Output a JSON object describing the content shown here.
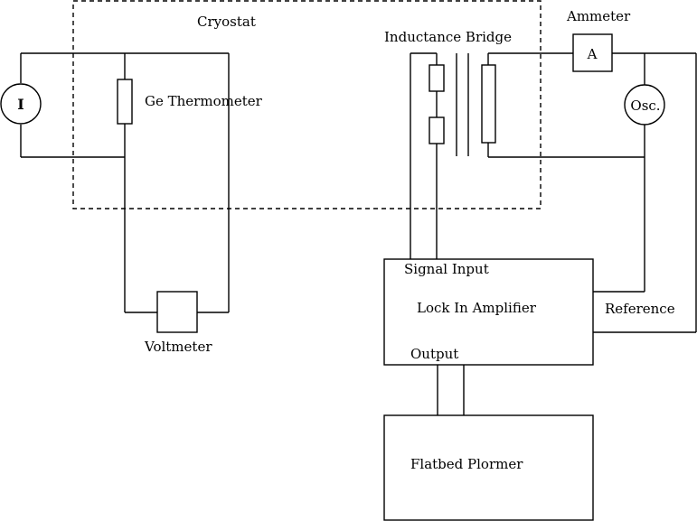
{
  "cryostat": {
    "label": "Cryostat"
  },
  "current_source": {
    "label": "I"
  },
  "ge_thermometer": {
    "label": "Ge Thermometer"
  },
  "voltmeter": {
    "label": "Voltmeter"
  },
  "inductance_bridge": {
    "label": "Inductance Bridge"
  },
  "ammeter": {
    "label": "Ammeter",
    "symbol": "A"
  },
  "oscillator": {
    "label": "Osc."
  },
  "lock_in_amplifier": {
    "label": "Lock In Amplifier",
    "signal_input_label": "Signal Input",
    "reference_label": "Reference",
    "output_label": "Output"
  },
  "plotter": {
    "label": "Flatbed Plormer"
  }
}
